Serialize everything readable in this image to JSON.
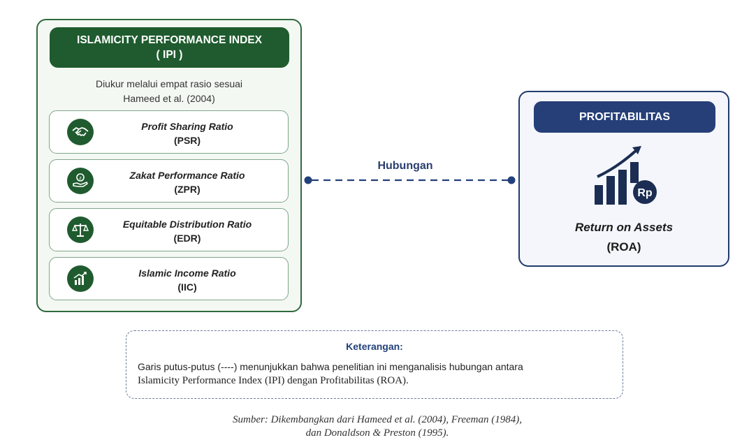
{
  "ipi": {
    "title_line1": "ISLAMICITY PERFORMANCE INDEX",
    "title_line2": "( IPI )",
    "desc_line1": "Diukur melalui empat rasio sesuai",
    "desc_line2": "Hameed et al. (2004)",
    "ratios": [
      {
        "name": "Profit Sharing Ratio",
        "abbr": "(PSR)",
        "icon": "handshake-icon"
      },
      {
        "name": "Zakat Performance Ratio",
        "abbr": "(ZPR)",
        "icon": "zakat-hand-icon"
      },
      {
        "name": "Equitable Distribution Ratio",
        "abbr": "(EDR)",
        "icon": "scale-icon"
      },
      {
        "name": "Islamic Income Ratio",
        "abbr": "(IIC)",
        "icon": "growth-chart-icon"
      }
    ]
  },
  "relation_label": "Hubungan",
  "roa": {
    "title": "PROFITABILITAS",
    "name": "Return on Assets",
    "abbr": "(ROA)",
    "icon_text": "Rp"
  },
  "note": {
    "title": "Keterangan:",
    "line1": "Garis putus-putus (----) menunjukkan bahwa penelitian ini menganalisis hubungan antara",
    "line2": "Islamicity Performance Index (IPI) dengan Profitabilitas (ROA)."
  },
  "source_line1": "Sumber: Dikembangkan dari Hameed et al. (2004), Freeman (1984),",
  "source_line2": "dan Donaldson & Preston (1995).",
  "colors": {
    "green_dark": "#1f5b2e",
    "navy": "#263f78"
  }
}
